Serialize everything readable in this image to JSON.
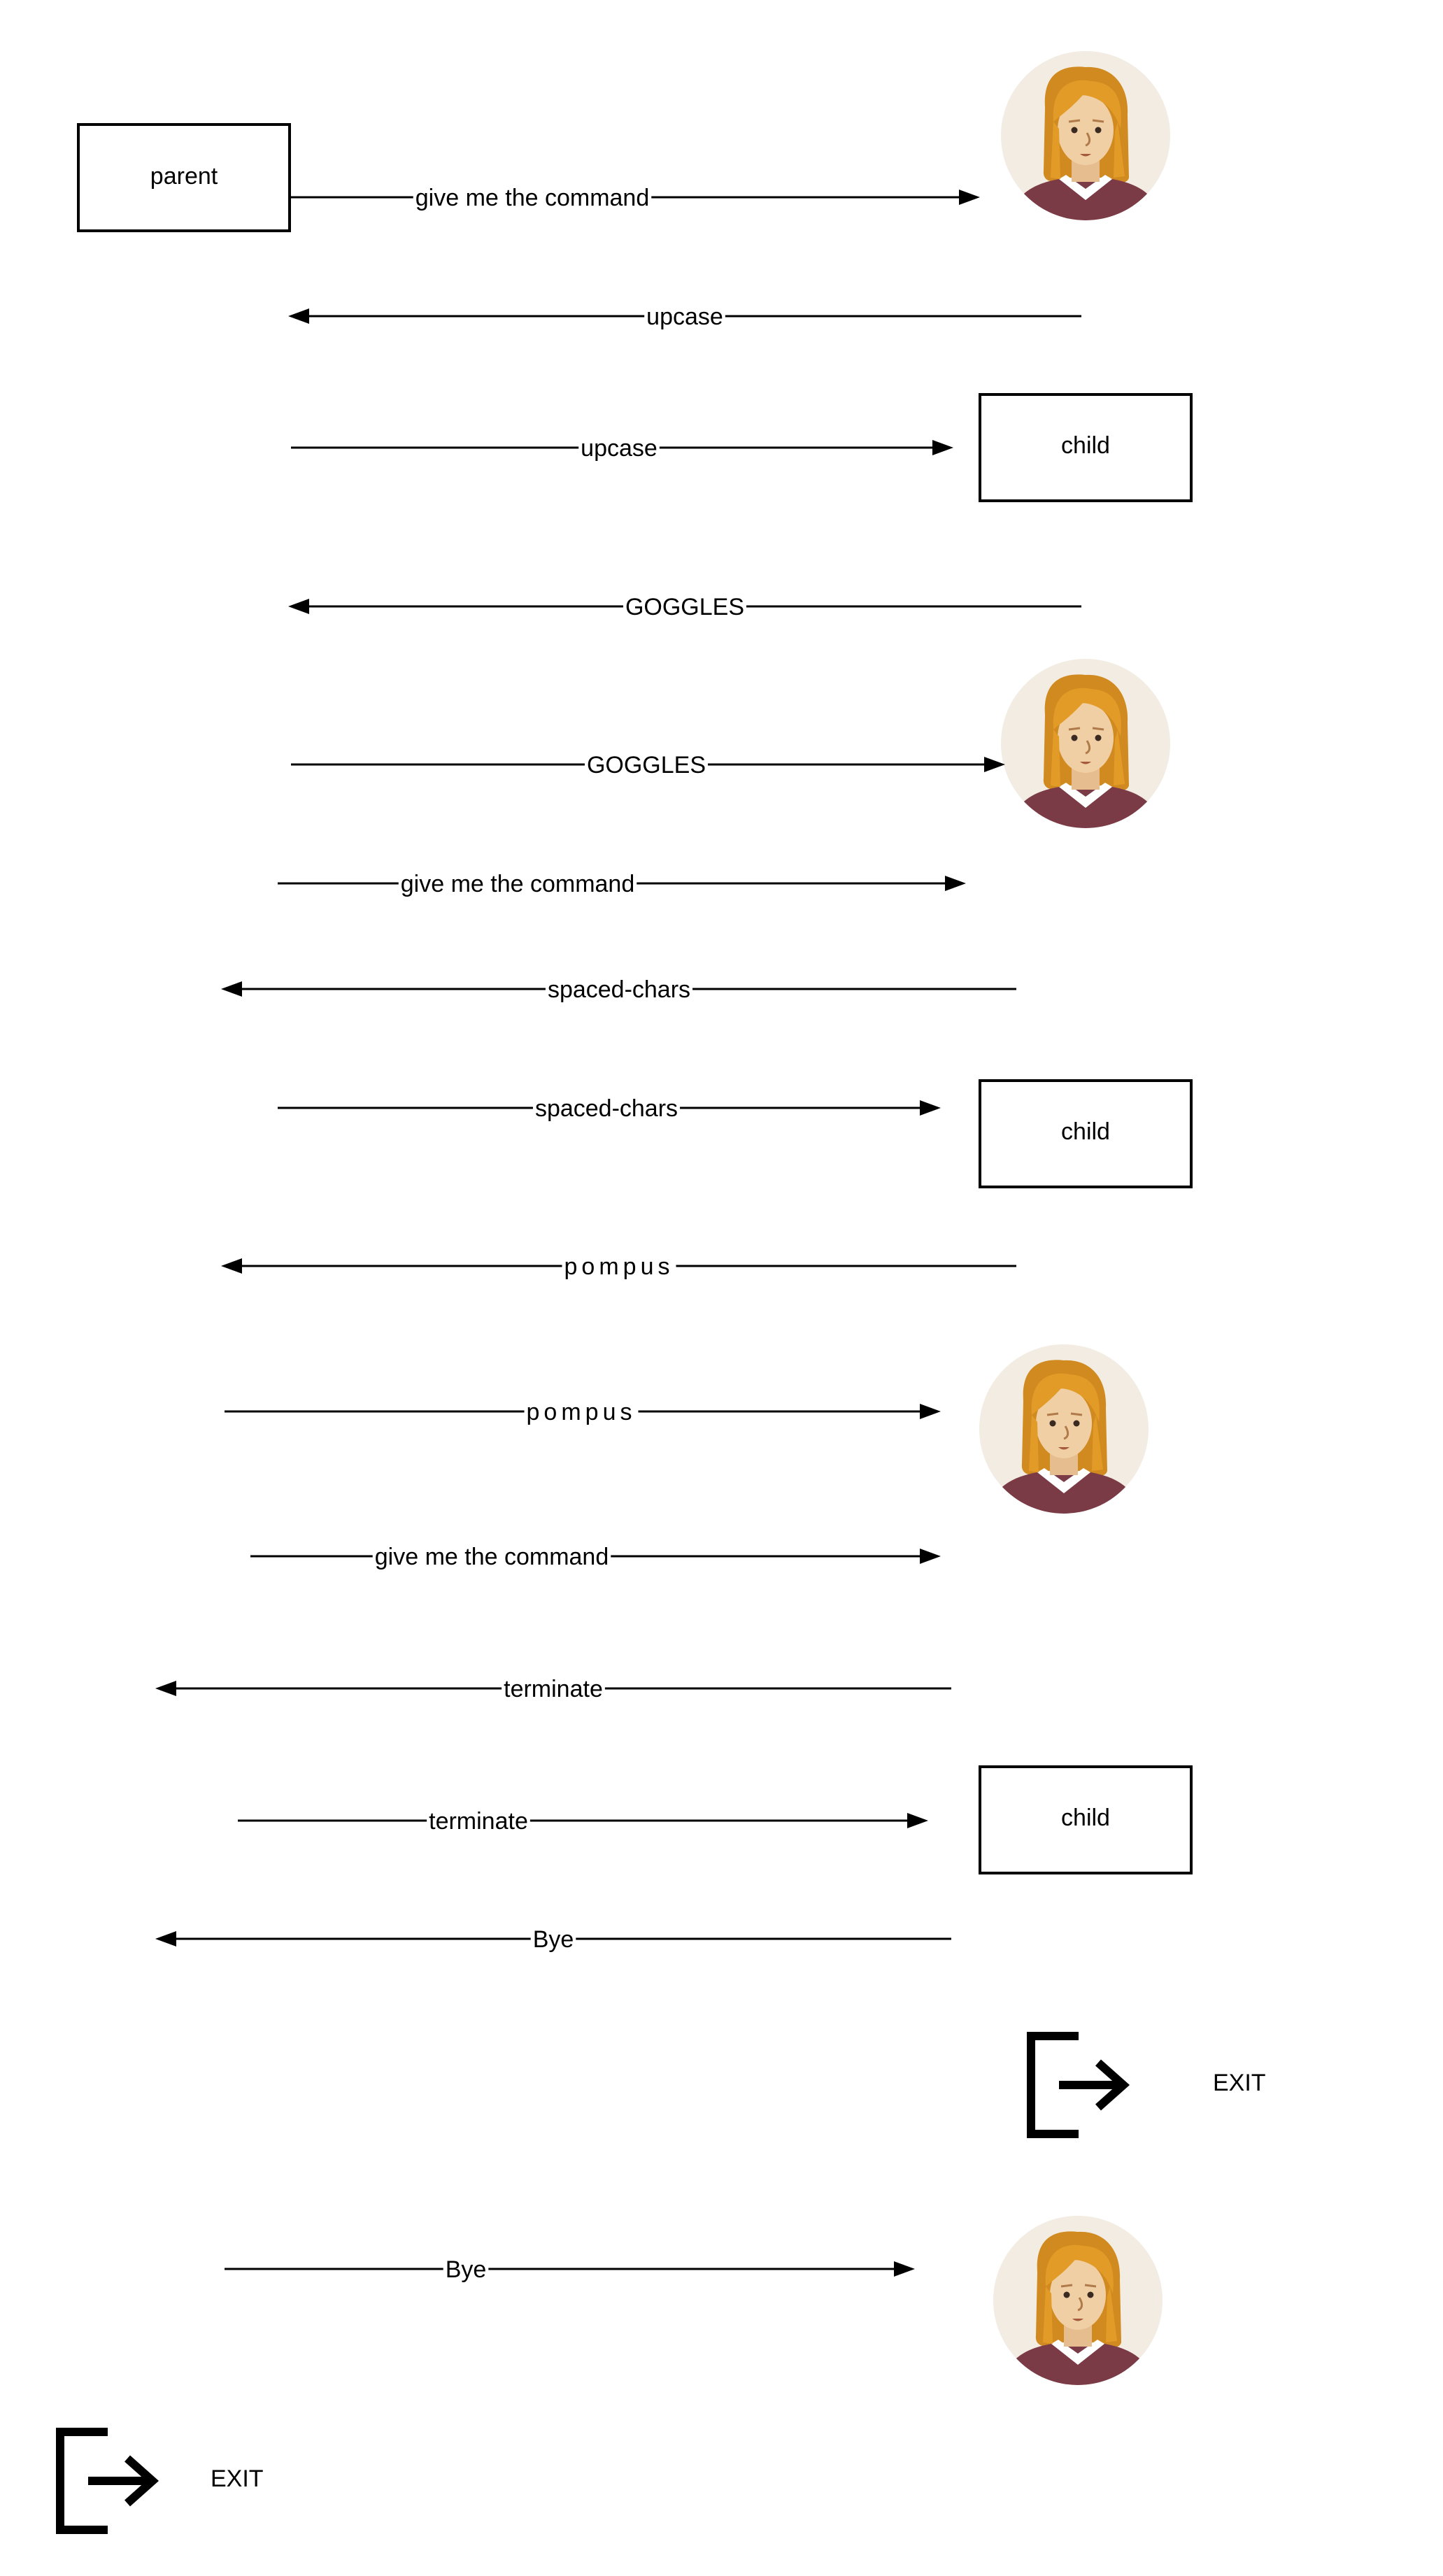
{
  "nodes": {
    "parent": "parent",
    "child": "child",
    "exit": "EXIT"
  },
  "messages": [
    {
      "label": "give me the command",
      "dir": "right"
    },
    {
      "label": "upcase",
      "dir": "left"
    },
    {
      "label": "upcase",
      "dir": "right"
    },
    {
      "label": "GOGGLES",
      "dir": "left"
    },
    {
      "label": "GOGGLES",
      "dir": "right"
    },
    {
      "label": "give me the command",
      "dir": "right"
    },
    {
      "label": "spaced-chars",
      "dir": "left"
    },
    {
      "label": "spaced-chars",
      "dir": "right"
    },
    {
      "label": "pompus",
      "dir": "left"
    },
    {
      "label": "pompus",
      "dir": "right"
    },
    {
      "label": "give me the command",
      "dir": "right"
    },
    {
      "label": "terminate",
      "dir": "left"
    },
    {
      "label": "terminate",
      "dir": "right"
    },
    {
      "label": "Bye",
      "dir": "left"
    },
    {
      "label": "Bye",
      "dir": "right"
    }
  ],
  "colors": {
    "line": "#000000",
    "avatar_bg": "#f3ece2",
    "hair": "#e39b27",
    "hair_shade": "#d08a1f",
    "skin": "#f0cfa4",
    "shirt": "#7a3a46",
    "collar": "#ffffff"
  },
  "icons": {
    "avatar": "user-avatar-icon",
    "exit": "exit-door-icon"
  }
}
